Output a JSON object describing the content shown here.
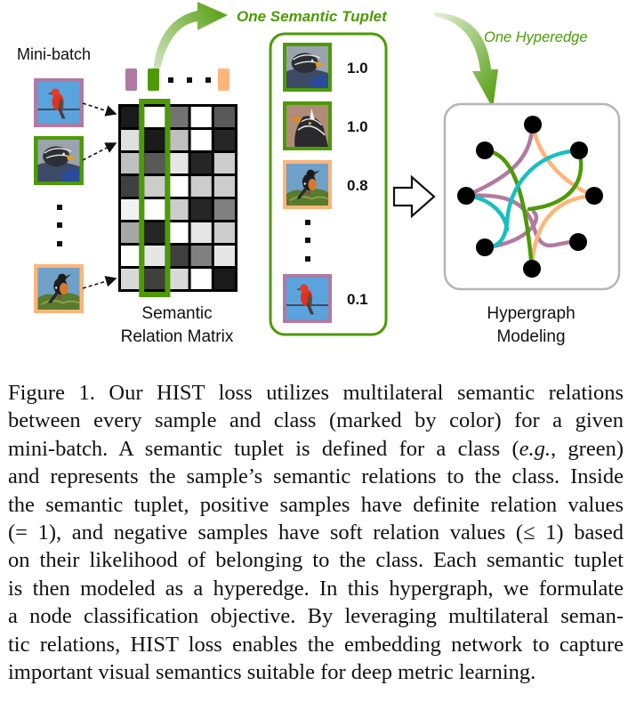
{
  "figure": {
    "minibatch_label": "Mini-batch",
    "matrix_label_line1": "Semantic",
    "matrix_label_line2": "Relation Matrix",
    "tuplet_title": "One Semantic Tuplet",
    "hyperedge_title": "One Hyperedge",
    "hypergraph_label_line1": "Hypergraph",
    "hypergraph_label_line2": "Modeling",
    "class_colors": {
      "purple": "#b07aa1",
      "green": "#4e9a06",
      "orange": "#fdb57a",
      "teal": "#19bfc0"
    },
    "minibatch_samples": [
      {
        "bird": "red-flycatcher",
        "class": "purple"
      },
      {
        "bird": "dark-seabird",
        "class": "green"
      },
      {
        "bird": "black-orange-songbird",
        "class": "orange"
      }
    ],
    "matrix_grays": [
      [
        0.1,
        1.0,
        0.45,
        1.0,
        0.35
      ],
      [
        0.88,
        0.1,
        0.75,
        1.0,
        0.15
      ],
      [
        0.75,
        0.35,
        0.9,
        0.15,
        0.8
      ],
      [
        0.25,
        0.8,
        1.0,
        0.8,
        0.8
      ],
      [
        0.95,
        1.0,
        0.8,
        0.15,
        0.5
      ],
      [
        0.65,
        0.15,
        1.0,
        0.9,
        0.8
      ],
      [
        1.0,
        0.9,
        0.25,
        0.5,
        0.9
      ],
      [
        0.85,
        0.25,
        0.85,
        1.0,
        0.1
      ]
    ],
    "highlighted_column": 1,
    "tuplet": [
      {
        "bird": "dark-seabird",
        "class": "green",
        "value": "1.0"
      },
      {
        "bird": "dark-seabird-closeup",
        "class": "green",
        "value": "1.0"
      },
      {
        "bird": "black-orange-songbird",
        "class": "orange",
        "value": "0.8"
      },
      {
        "bird": "red-flycatcher",
        "class": "purple",
        "value": "0.1"
      }
    ]
  },
  "caption": {
    "lines": [
      "Figure 1. Our HIST loss utilizes multilateral semantic relations",
      "between every sample and class (marked by color) for a given",
      [
        "mini-batch. A semantic tuplet is defined for a class (",
        "e.g.",
        ", green)"
      ],
      "and represents the sample’s semantic relations to the class. Inside",
      "the semantic tuplet, positive samples have definite relation values",
      "(= 1), and negative samples have soft relation values (≤ 1) based",
      "on their likelihood of belonging to the class. Each semantic tuplet",
      "is then modeled as a hyperedge. In this hypergraph, we formulate",
      "a node classification objective. By leveraging multilateral seman-",
      "tic relations, HIST loss enables the embedding network to capture",
      "important visual semantics suitable for deep metric learning."
    ]
  }
}
